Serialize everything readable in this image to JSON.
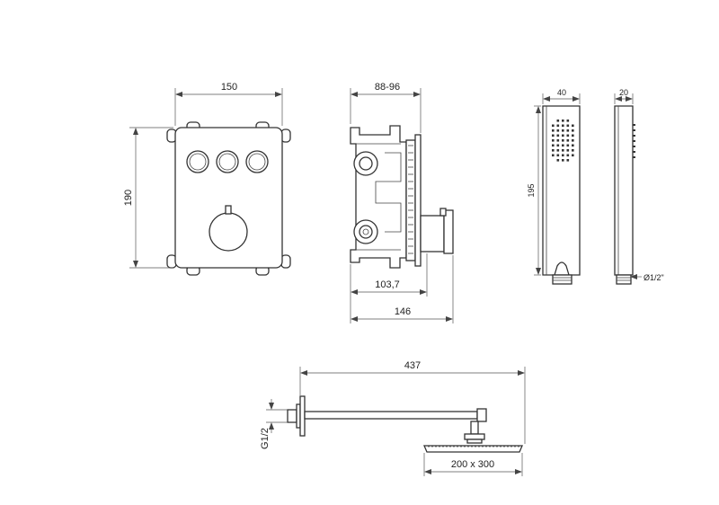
{
  "dimensions": {
    "panel_width": "150",
    "panel_height": "190",
    "body_depth_range": "88-96",
    "body_depth": "103,7",
    "body_total_depth": "146",
    "handshower_width": "40",
    "handshower_thickness": "20",
    "handshower_length": "195",
    "handshower_thread": "Ø1/2\"",
    "arm_length": "437",
    "inlet_thread": "G1/2",
    "head_size": "200 x 300"
  },
  "colors": {
    "line": "#333333",
    "background": "#ffffff"
  }
}
